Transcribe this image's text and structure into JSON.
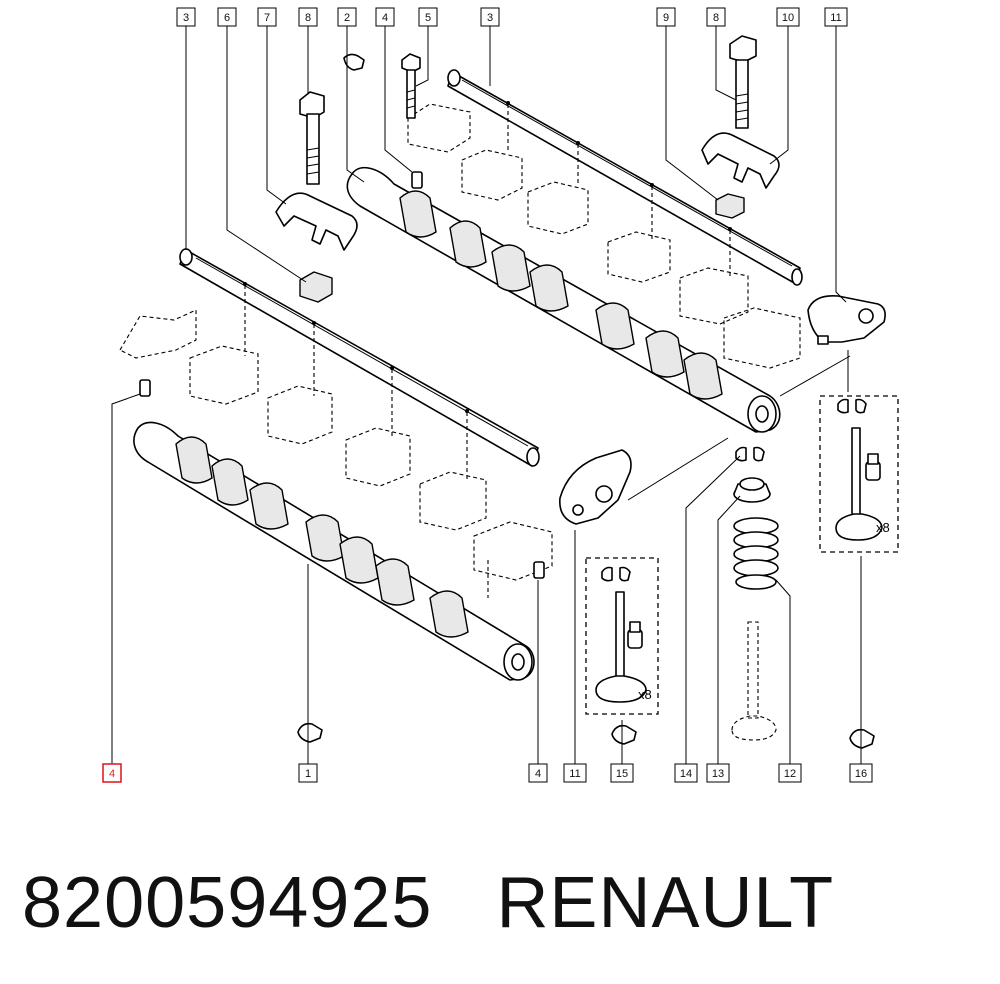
{
  "diagram": {
    "callouts": [
      {
        "id": "c-top-3a",
        "label": "3"
      },
      {
        "id": "c-top-6",
        "label": "6"
      },
      {
        "id": "c-top-7",
        "label": "7"
      },
      {
        "id": "c-top-8a",
        "label": "8"
      },
      {
        "id": "c-top-2",
        "label": "2"
      },
      {
        "id": "c-top-4",
        "label": "4"
      },
      {
        "id": "c-top-5",
        "label": "5"
      },
      {
        "id": "c-top-3b",
        "label": "3"
      },
      {
        "id": "c-top-9",
        "label": "9"
      },
      {
        "id": "c-top-8b",
        "label": "8"
      },
      {
        "id": "c-top-10",
        "label": "10"
      },
      {
        "id": "c-top-11",
        "label": "11"
      },
      {
        "id": "c-bot-4-highlight",
        "label": "4"
      },
      {
        "id": "c-bot-1",
        "label": "1"
      },
      {
        "id": "c-bot-4",
        "label": "4"
      },
      {
        "id": "c-bot-11",
        "label": "11"
      },
      {
        "id": "c-bot-15",
        "label": "15"
      },
      {
        "id": "c-bot-14",
        "label": "14"
      },
      {
        "id": "c-bot-13",
        "label": "13"
      },
      {
        "id": "c-bot-12",
        "label": "12"
      },
      {
        "id": "c-bot-16",
        "label": "16"
      }
    ],
    "qty_labels": [
      "x8",
      "x8"
    ],
    "highlight_color": "#e0202a"
  },
  "caption": {
    "part_number": "8200594925",
    "brand": "RENAULT"
  }
}
